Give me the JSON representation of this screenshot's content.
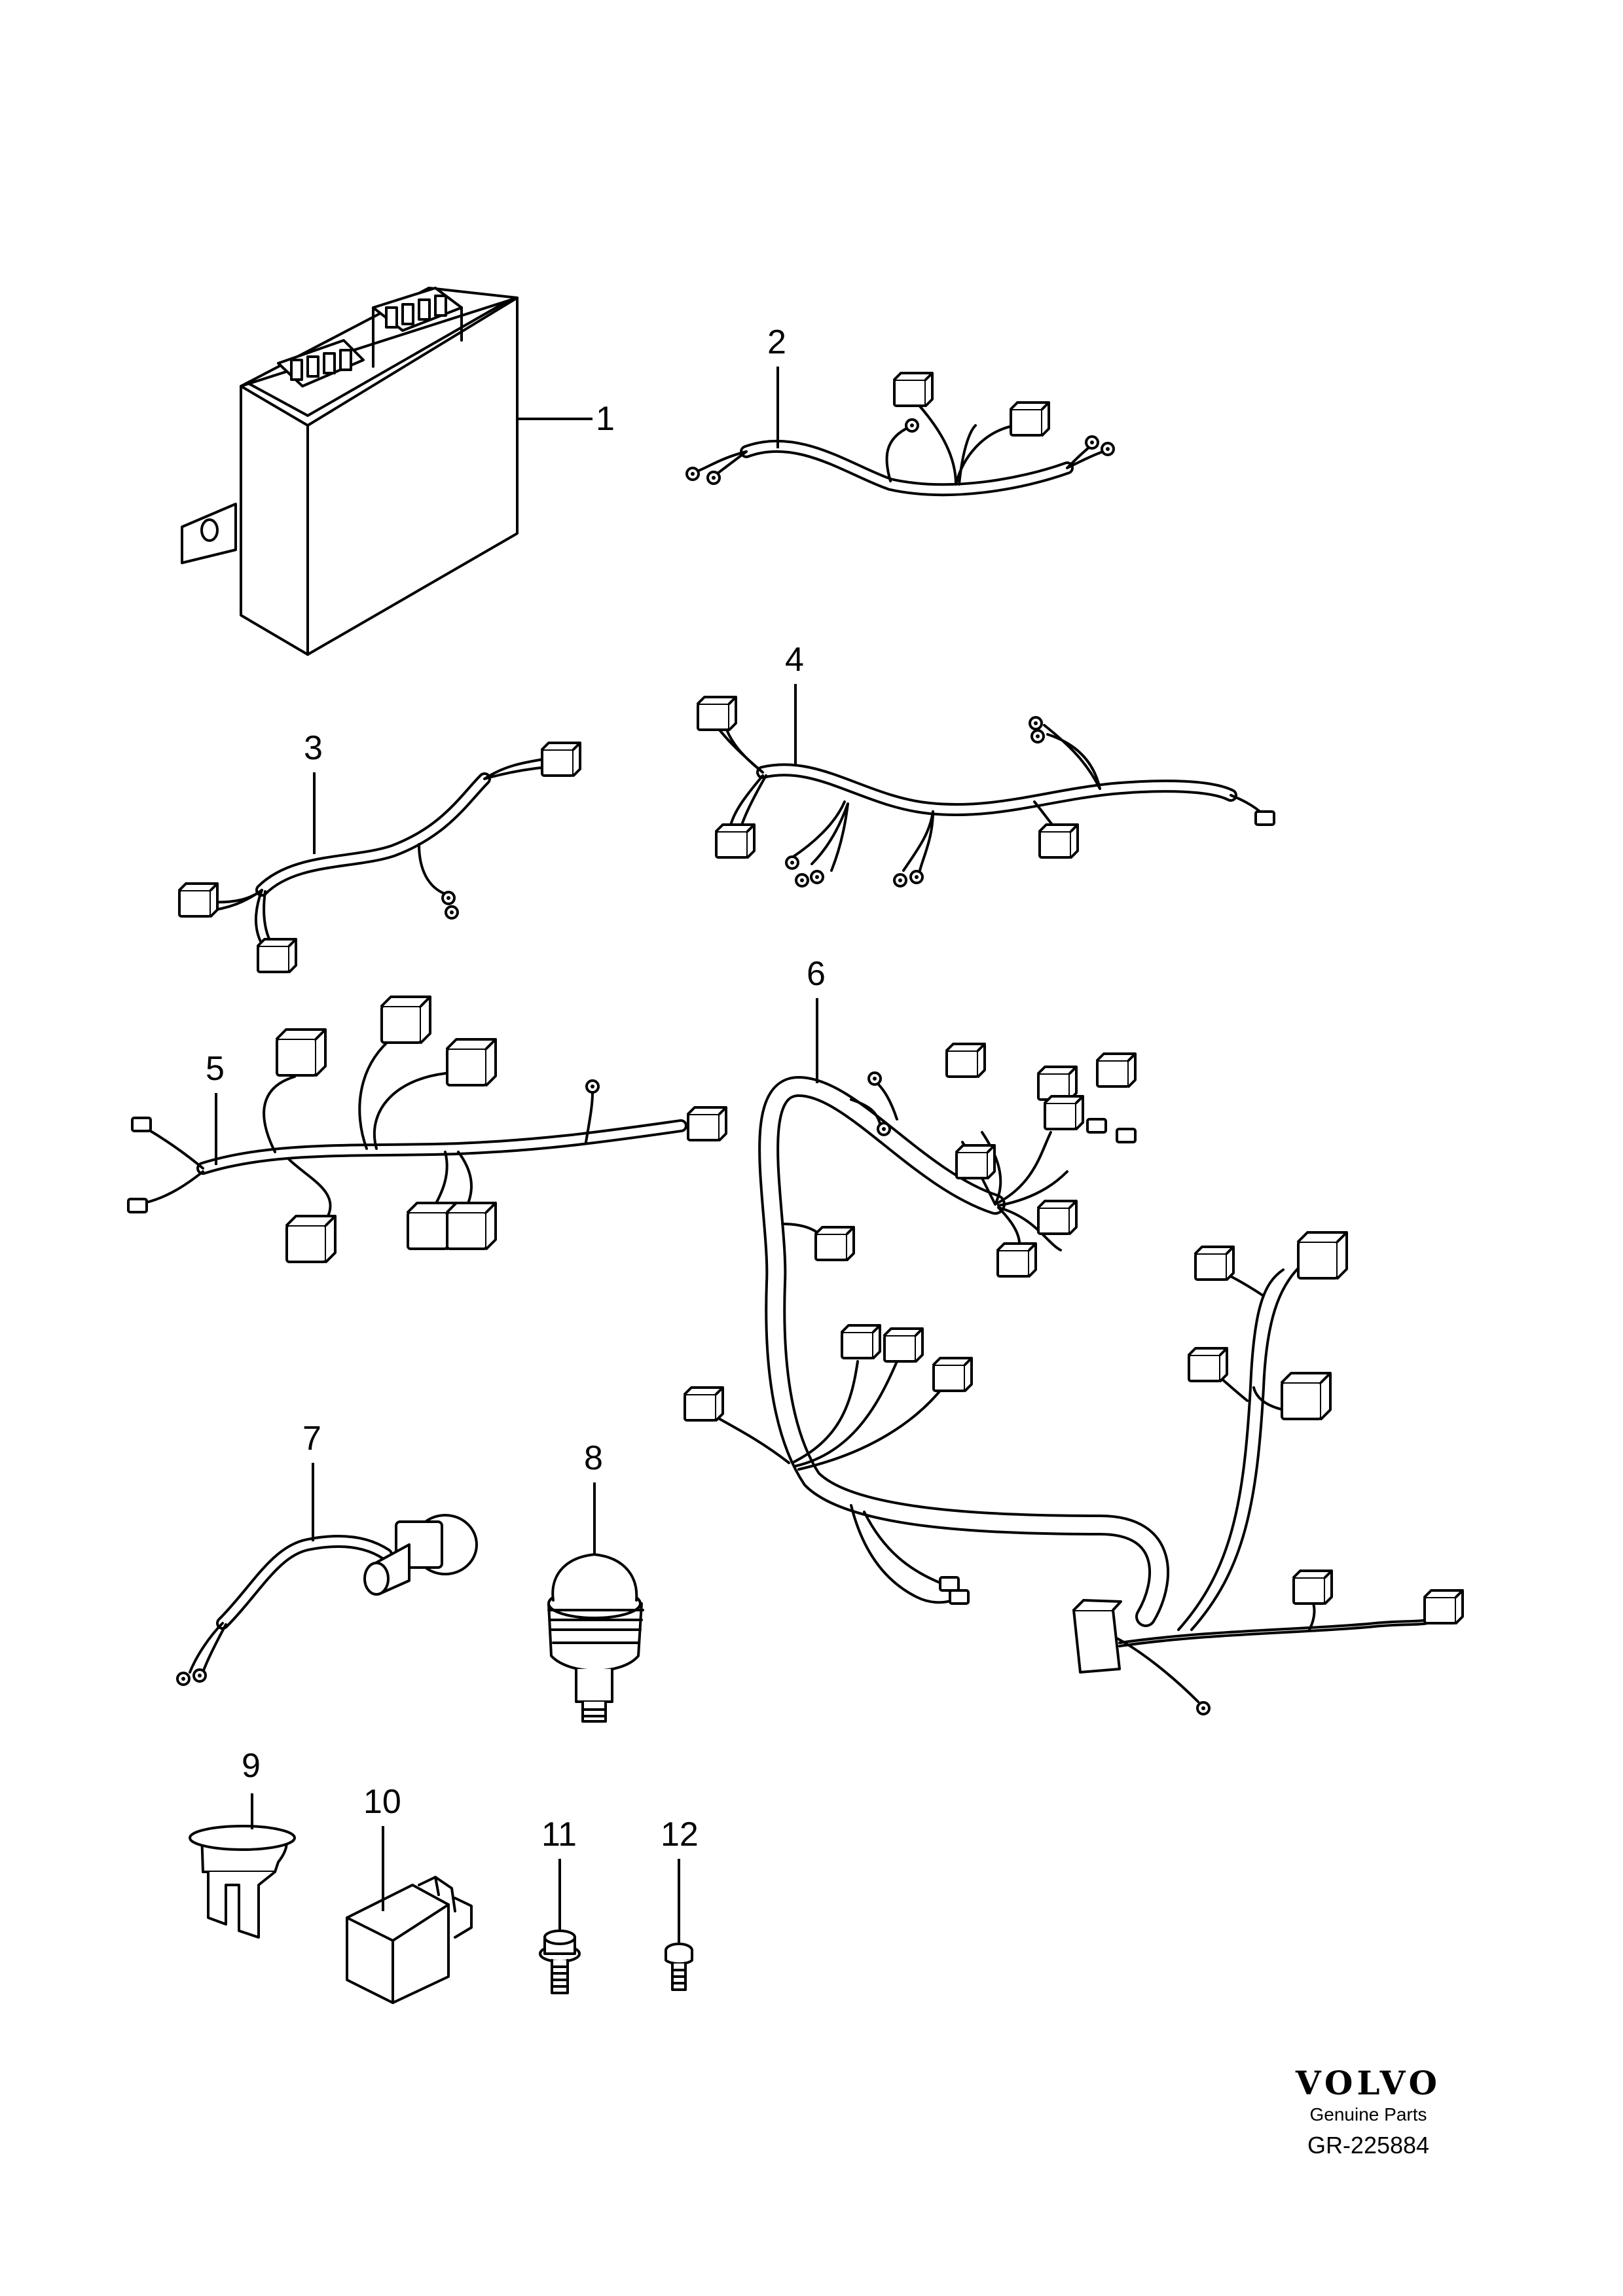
{
  "callouts": [
    "1",
    "2",
    "3",
    "4",
    "5",
    "6",
    "7",
    "8",
    "9",
    "10",
    "11",
    "12"
  ],
  "brand": {
    "logo": "VOLVO",
    "subtitle": "Genuine Parts",
    "reference": "GR-225884"
  }
}
